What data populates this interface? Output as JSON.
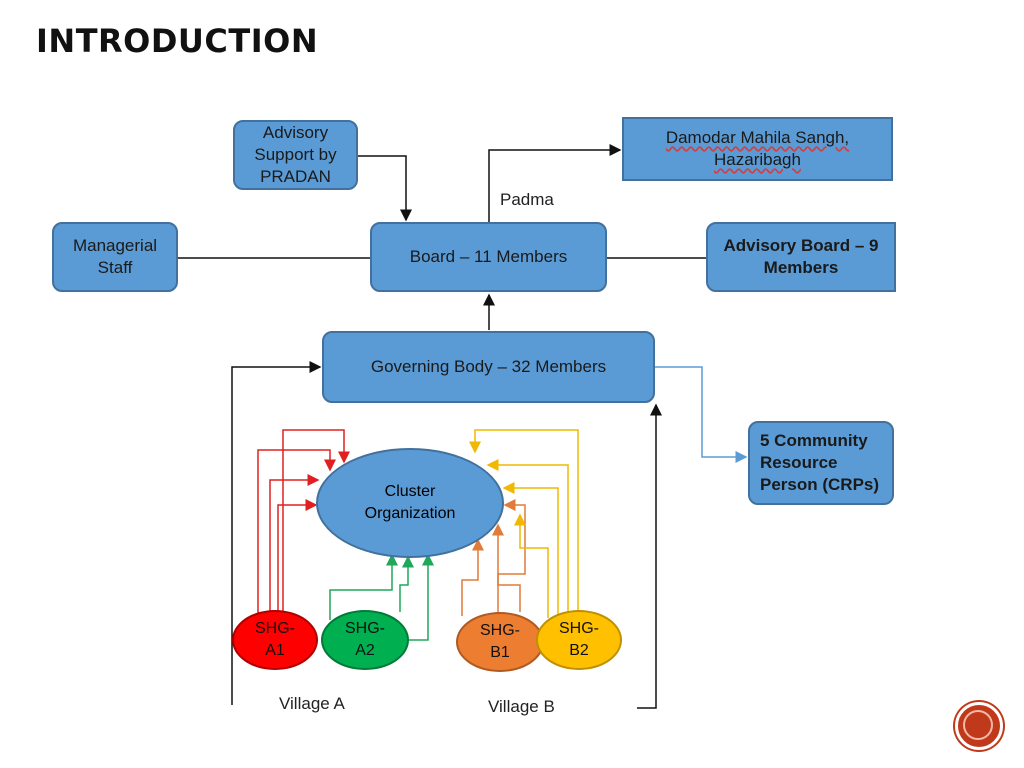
{
  "slide": {
    "title": "INTRODUCTION"
  },
  "nodes": {
    "advisory_support": "Advisory Support by PRADAN",
    "damodar": "Damodar Mahila Sangh, Hazaribagh",
    "padma_label": "Padma",
    "managerial_staff": "Managerial Staff",
    "board": "Board – 11 Members",
    "advisory_board": "Advisory Board – 9 Members",
    "governing_body": "Governing Body – 32 Members",
    "crp": "5 Community Resource Person (CRPs)",
    "cluster": "Cluster Organization",
    "shg_a1": "SHG-A1",
    "shg_a2": "SHG-A2",
    "shg_b1": "SHG-B1",
    "shg_b2": "SHG-B2",
    "village_a": "Village A",
    "village_b": "Village B"
  },
  "colors": {
    "box_fill": "#5b9bd5",
    "box_border": "#41719c",
    "shg_a1": "#ff0000",
    "shg_a2": "#00b050",
    "shg_b1": "#ed7d31",
    "shg_b2": "#ffc000"
  }
}
